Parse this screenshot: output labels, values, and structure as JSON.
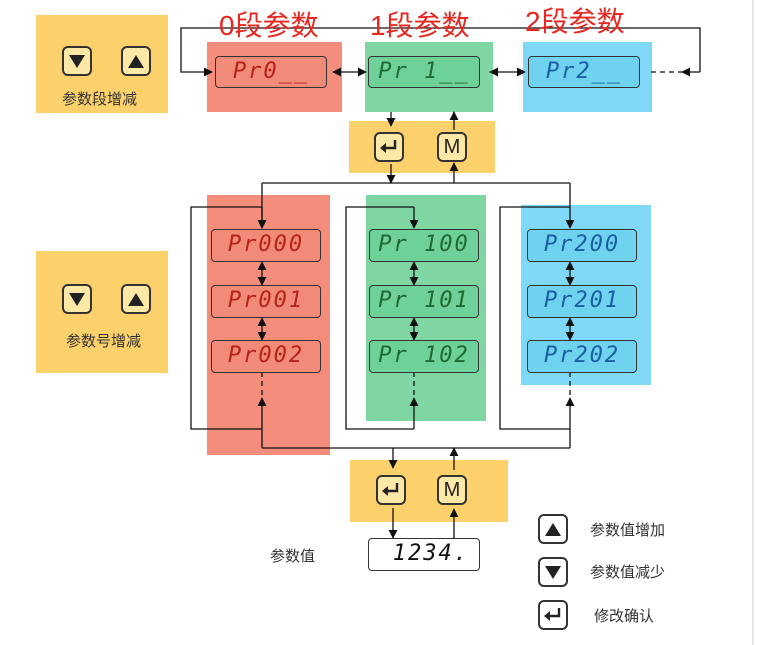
{
  "groups": {
    "seg0_title": "0段参数",
    "seg1_title": "1段参数",
    "seg2_title": "2段参数"
  },
  "segments": {
    "pr0": "Pr0__",
    "pr1": "Pr 1__",
    "pr2": "Pr2__"
  },
  "params": {
    "p000": "Pr000",
    "p001": "Pr001",
    "p002": "Pr002",
    "p100": "Pr 100",
    "p101": "Pr 101",
    "p102": "Pr 102",
    "p200": "Pr200",
    "p201": "Pr201",
    "p202": "Pr202"
  },
  "labels": {
    "seg_adjust": "参数段增减",
    "num_adjust": "参数号增减",
    "param_value": "参数值",
    "value_display": "1234."
  },
  "buttons": {
    "m_label": "M"
  },
  "legend": {
    "up": "参数值增加",
    "down": "参数值减少",
    "enter": "修改确认"
  },
  "colors": {
    "panel_yellow": "#fcd06a",
    "red_column": "#f48d7c",
    "green_column": "#7fd6a2",
    "blue_column": "#7fd8f5",
    "title_red": "#e8261f"
  }
}
